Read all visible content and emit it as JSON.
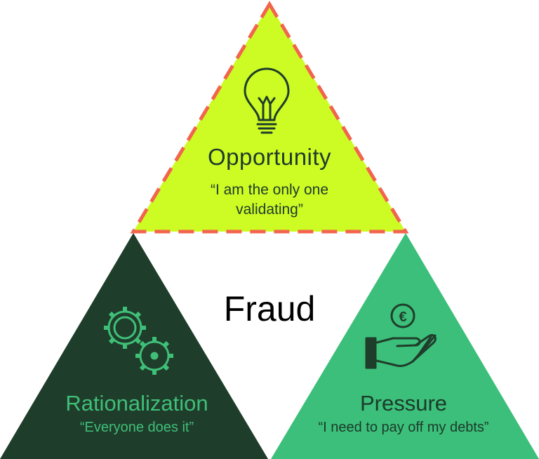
{
  "colors": {
    "opportunity_fill": "#cdfb24",
    "opportunity_border": "#f2644d",
    "rationalization_fill": "#1f3d2b",
    "pressure_fill": "#3cbf7a",
    "icon_dark": "#1f3d2b",
    "icon_green": "#3fbf78"
  },
  "center": {
    "label": "Fraud"
  },
  "opportunity": {
    "title": "Opportunity",
    "quote_line1": "“I am the only one",
    "quote_line2": "validating”",
    "icon": "lightbulb-icon"
  },
  "rationalization": {
    "title": "Rationalization",
    "quote": "“Everyone does it”",
    "icon": "gears-icon"
  },
  "pressure": {
    "title": "Pressure",
    "quote": "“I need to pay off my debts”",
    "icon": "hand-euro-coin-icon",
    "coin_symbol": "€"
  }
}
